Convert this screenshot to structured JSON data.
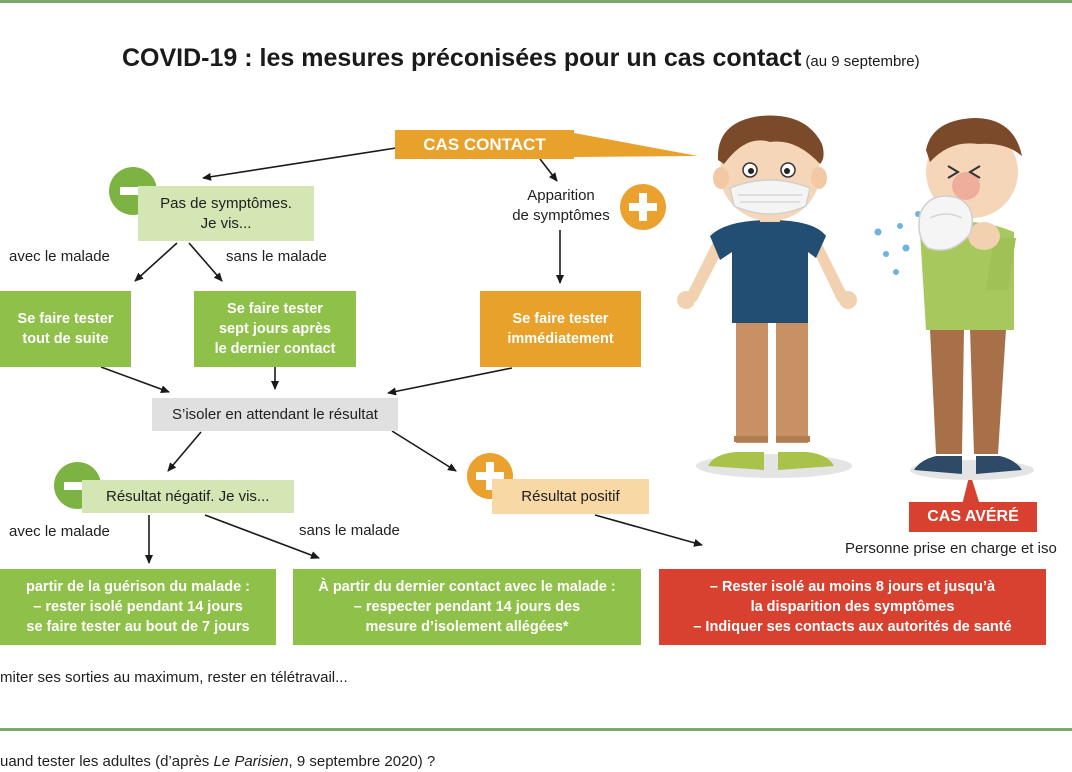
{
  "title": {
    "main": "COVID-19 : les mesures préconisées pour un cas contact",
    "date": "(au 9 septembre)"
  },
  "cas_contact": "CAS CONTACT",
  "no_symptoms": {
    "line1": "Pas de symptômes.",
    "line2": "Je vis..."
  },
  "apparition": {
    "line1": "Apparition",
    "line2": "de symptômes"
  },
  "labels": {
    "avec1": "avec le malade",
    "sans1": "sans le malade",
    "avec2": "avec le malade",
    "sans2": "sans le malade"
  },
  "test_now": {
    "line1": "Se faire tester",
    "line2": "tout de suite"
  },
  "test_7": {
    "line1": "Se faire tester",
    "line2": "sept jours après",
    "line3": "le dernier contact"
  },
  "test_immediate": {
    "line1": "Se faire tester",
    "line2": "immédiatement"
  },
  "isolate_wait": "S’isoler en attendant le résultat",
  "result_neg": "Résultat négatif. Je vis...",
  "result_pos": "Résultat positif",
  "box_a": {
    "line1": "partir de la guérison du malade :",
    "line2": "– rester isolé pendant 14 jours",
    "line3": "se faire tester au bout de 7 jours"
  },
  "box_b": {
    "line1": "À partir du dernier contact avec le malade :",
    "line2": "– respecter pendant 14 jours des",
    "line3": "mesure d’isolement allégées*"
  },
  "box_c": {
    "line1": "– Rester isolé au moins 8 jours et jusqu’à",
    "line2": "la disparition des symptômes",
    "line3": "– Indiquer ses contacts aux autorités de santé"
  },
  "cas_avere": "CAS AVÉRÉ",
  "prise_en_charge": "Personne prise en charge et iso",
  "footnote": "miter ses sorties au maximum, rester en télétravail...",
  "question": {
    "prefix": "uand tester les adultes (d’après ",
    "source": "Le Parisien",
    "suffix": ", 9 septembre 2020) ?"
  },
  "colors": {
    "green": "#8ec04a",
    "orange": "#e8a12b",
    "red": "#d8412f",
    "rule": "#7aa86a"
  }
}
